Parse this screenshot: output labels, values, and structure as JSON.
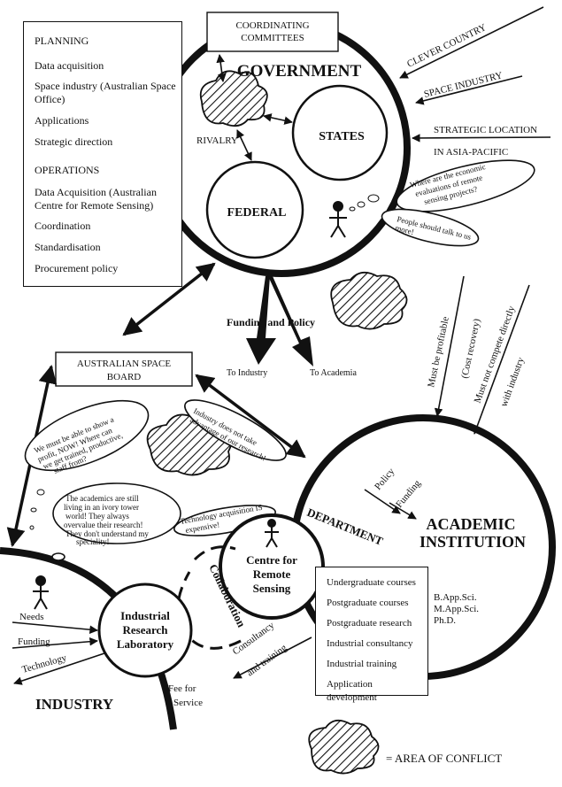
{
  "government": {
    "coordinating_committees": "COORDINATING COMMITTEES",
    "title": "GOVERNMENT",
    "rivalry": "RIVALRY",
    "states": "STATES",
    "federal": "FEDERAL",
    "thought_1": "Where are the economic evaluations of remote sensing projects?",
    "thought_2": "People should talk to us more!"
  },
  "planning_box": {
    "planning_heading": "PLANNING",
    "planning_items": [
      "Data acquisition",
      "Space industry (Australian Space Office)",
      "Applications",
      "Strategic direction"
    ],
    "operations_heading": "OPERATIONS",
    "operations_items": [
      "Data Acquisition (Australian Centre for Remote Sensing)",
      "Coordination",
      "Standardisation",
      "Procurement policy"
    ]
  },
  "external_pressures": [
    "CLEVER COUNTRY",
    "SPACE INDUSTRY",
    "STRATEGIC LOCATION",
    "IN ASIA-PACIFIC"
  ],
  "funding": {
    "label": "Funding and Policy",
    "to_industry": "To Industry",
    "to_academia": "To Academia"
  },
  "space_board": "AUSTRALIAN SPACE BOARD",
  "academic_constraints": [
    "Must be profitable",
    "(Cost recovery)",
    "Must not compete directly",
    "with industry"
  ],
  "bubbles": {
    "industry_profit": "We must be able to show a profit, NOW! Where can we get trained, productive, staff from?",
    "industry_no_advantage": "Industry does not take advantage of our research!",
    "ivory_tower": "The academics are still living in an ivory tower world! They always overvalue their research! They don't understand my speciality!",
    "tech_expensive": "Technology acquisition IS expensive!"
  },
  "academic": {
    "title_1": "ACADEMIC",
    "title_2": "INSTITUTION",
    "department": "DEPARTMENT",
    "policy": "Policy",
    "funding": "Funding",
    "degrees": [
      "B.App.Sci.",
      "M.App.Sci.",
      "Ph.D."
    ],
    "courses": [
      "Undergraduate courses",
      "Postgraduate courses",
      "Postgraduate research",
      "Industrial consultancy",
      "Industrial training",
      "Application development"
    ]
  },
  "centre": {
    "line1": "Centre for",
    "line2": "Remote",
    "line3": "Sensing",
    "collaboration": "Collaboration",
    "consultancy": "Consultancy",
    "training": "and training"
  },
  "industry": {
    "lab_1": "Industrial",
    "lab_2": "Research",
    "lab_3": "Laboratory",
    "title": "INDUSTRY",
    "needs": "Needs",
    "funding": "Funding",
    "technology": "Technology",
    "fee_1": "Fee for",
    "fee_2": "Service"
  },
  "legend": "= AREA OF CONFLICT"
}
